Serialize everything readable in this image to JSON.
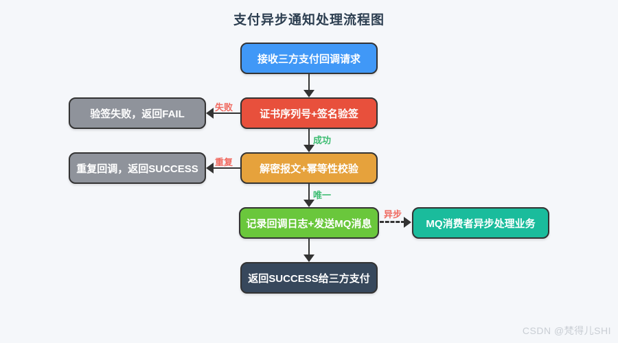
{
  "title": "支付异步通知处理流程图",
  "watermark": "CSDN @梵得儿SHI",
  "colors": {
    "background": "#F5F7FA",
    "title_text": "#2C3E50",
    "node_border": "#333333",
    "node_text": "#FFFFFF",
    "connector": "#333333",
    "node_blue": "#4098F7",
    "node_red": "#E8503C",
    "node_gray": "#8F939B",
    "node_orange": "#E6A23C",
    "node_green": "#6AC73C",
    "node_teal": "#1ABC9C",
    "node_dark": "#37485C",
    "edge_label_red": "#F06A60",
    "edge_label_green": "#3EBD72",
    "watermark_text": "#C9CED4"
  },
  "nodes": {
    "receive": {
      "label": "接收三方支付回调请求"
    },
    "verify": {
      "label": "证书序列号+签名验签"
    },
    "verify_fail": {
      "label": "验签失败，返回FAIL"
    },
    "decrypt": {
      "label": "解密报文+幂等性校验"
    },
    "duplicate": {
      "label": "重复回调，返回SUCCESS"
    },
    "log_mq": {
      "label": "记录回调日志+发送MQ消息"
    },
    "mq_consumer": {
      "label": "MQ消费者异步处理业务"
    },
    "return_success": {
      "label": "返回SUCCESS给三方支付"
    }
  },
  "edge_labels": {
    "fail": "失败",
    "success": "成功",
    "duplicate": "重复",
    "unique": "唯一",
    "async": "异步"
  }
}
